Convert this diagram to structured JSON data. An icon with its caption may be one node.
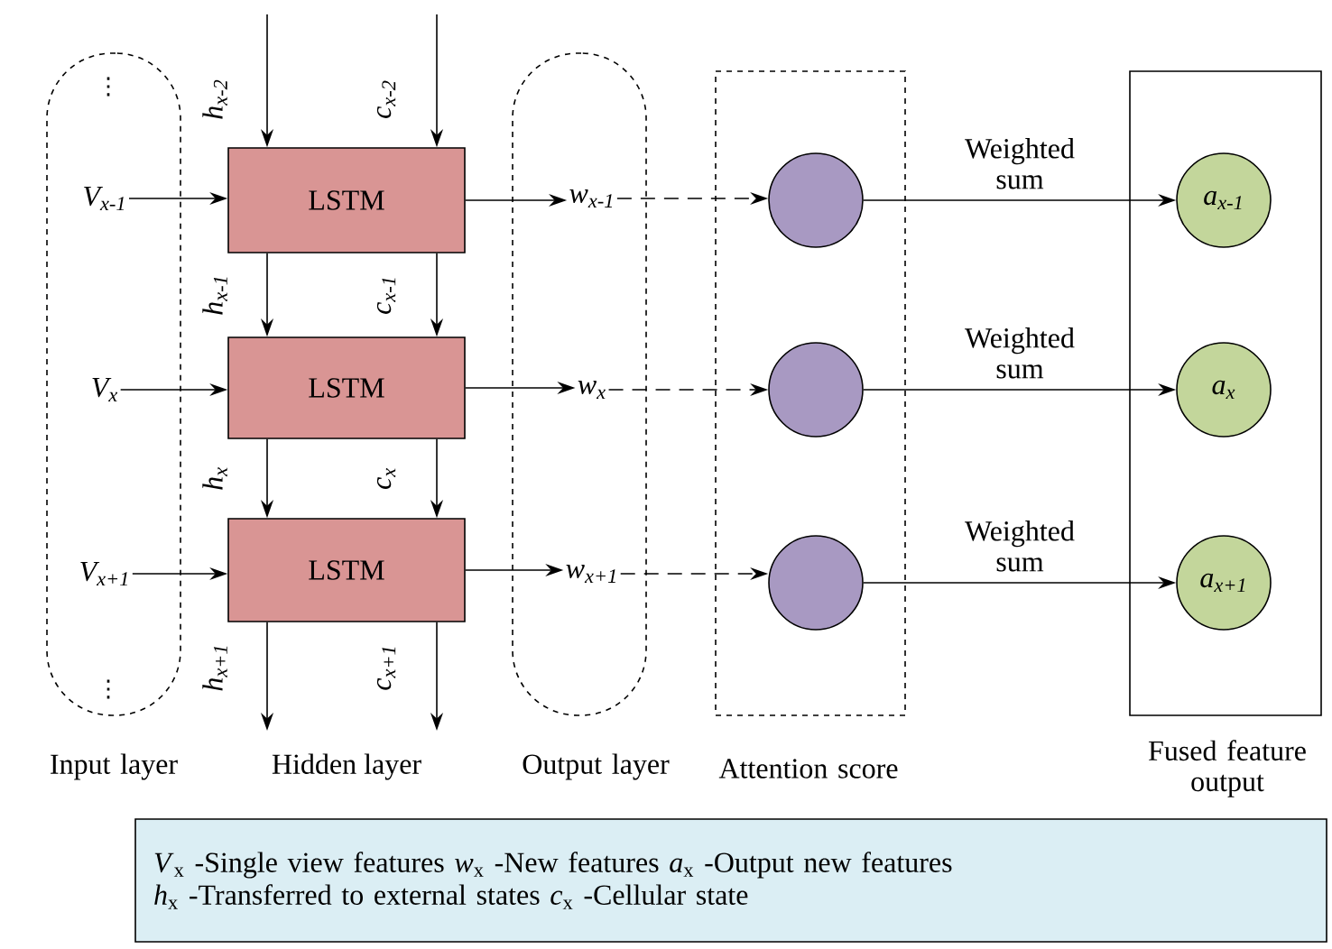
{
  "diagram": {
    "nodes": [
      {
        "text": [],
        "shape": "capsule",
        "beside": [
          "Input layer"
        ]
      },
      {
        "text": [
          "V$_{x-1}$"
        ],
        "in": 0
      },
      {
        "text": [
          "V$_{x}$"
        ],
        "in": 0
      },
      {
        "text": [
          "V$_{x+1}$"
        ],
        "in": 0
      },
      {
        "text": [
          "LSTM"
        ]
      },
      {
        "text": [
          "LSTM"
        ]
      },
      {
        "text": [
          "LSTM"
        ]
      },
      {
        "text": [],
        "shape": "capsule",
        "beside": [
          "Output layer"
        ]
      },
      {
        "text": [
          "w$_{x-1}$"
        ],
        "in": 7
      },
      {
        "text": [
          "w$_{x}$"
        ],
        "in": 7
      },
      {
        "text": [
          "w$_{x+1}$"
        ],
        "in": 7
      },
      {
        "text": [],
        "shape": "box",
        "beside": [
          "Attention score"
        ]
      },
      {
        "text": [],
        "shape": "circle",
        "in": 11
      },
      {
        "text": [],
        "shape": "circle",
        "in": 11
      },
      {
        "text": [],
        "shape": "circle",
        "in": 11
      },
      {
        "text": [],
        "shape": "box",
        "beside": [
          "Fused feature output"
        ]
      },
      {
        "text": [
          "a$_{x-1}$"
        ],
        "in": 15
      },
      {
        "text": [
          "a$_{x}$"
        ],
        "in": 15
      },
      {
        "text": [
          "a$_{x+1}$"
        ],
        "in": 15
      },
      {
        "text": [
          "*V*$_{x}$ -Single view features *w*$_{x}$ -New features *a*$_{x}$ -Output new features",
          "*h*$_{x}$ -Transferred to external states *c*$_{x}$ -Cellular state"
        ]
      }
    ],
    "edges": [
      {
        "from": 1,
        "to": 4,
        "arrow": "to"
      },
      {
        "from": 2,
        "to": 5,
        "arrow": "to"
      },
      {
        "from": 3,
        "to": 6,
        "arrow": "to"
      },
      {
        "from": 4,
        "to": 8,
        "arrow": "to"
      },
      {
        "from": 5,
        "to": 9,
        "arrow": "to"
      },
      {
        "from": 6,
        "to": 10,
        "arrow": "to"
      },
      {
        "from": 8,
        "to": 12,
        "arrow": "to",
        "style": "dashed"
      },
      {
        "from": 9,
        "to": 13,
        "arrow": "to",
        "style": "dashed"
      },
      {
        "from": 10,
        "to": 14,
        "arrow": "to",
        "style": "dashed"
      },
      {
        "from": 12,
        "to": 16,
        "arrow": "to",
        "label": "Weighted sum"
      },
      {
        "from": 13,
        "to": 17,
        "arrow": "to",
        "label": "Weighted sum"
      },
      {
        "from": 14,
        "to": 18,
        "arrow": "to",
        "label": "Weighted sum"
      },
      {
        "from": null,
        "to": 4,
        "arrow": "to",
        "label": "h$_{x-2}$"
      },
      {
        "from": null,
        "to": 4,
        "arrow": "to",
        "label": "c$_{x-2}$"
      },
      {
        "from": 4,
        "to": 5,
        "arrow": "to",
        "label": "h$_{x-1}$"
      },
      {
        "from": 4,
        "to": 5,
        "arrow": "to",
        "label": "c$_{x-1}$"
      },
      {
        "from": 5,
        "to": 6,
        "arrow": "to",
        "label": "h$_{x}$"
      },
      {
        "from": 5,
        "to": 6,
        "arrow": "to",
        "label": "c$_{x}$"
      },
      {
        "from": 6,
        "to": null,
        "arrow": "to",
        "label": "h$_{x+1}$"
      },
      {
        "from": 6,
        "to": null,
        "arrow": "to",
        "label": "c$_{x+1}$"
      }
    ],
    "labels": [
      "⋮",
      "⋮",
      "Hidden layer"
    ]
  }
}
